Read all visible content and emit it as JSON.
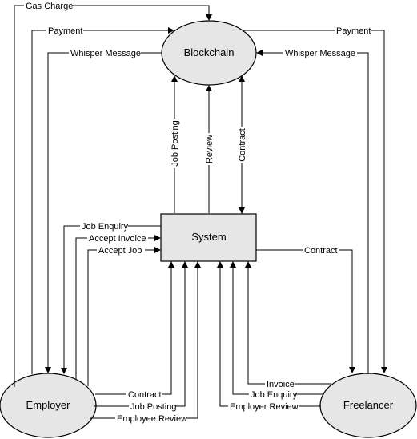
{
  "nodes": {
    "blockchain": "Blockchain",
    "system": "System",
    "employer": "Employer",
    "freelancer": "Freelancer"
  },
  "edges": {
    "gas_charge": "Gas Charge",
    "payment_employer": "Payment",
    "whisper_employer": "Whisper Message",
    "payment_freelancer": "Payment",
    "whisper_freelancer": "Whisper Message",
    "job_posting_up": "Job Posting",
    "review_up": "Review",
    "contract_bc": "Contract",
    "job_enquiry_emp": "Job Enquiry",
    "accept_invoice": "Accept Invoice",
    "accept_job": "Accept Job",
    "contract_fl": "Contract",
    "contract_emp": "Contract",
    "job_posting_emp": "Job Posting",
    "employee_review": "Employee Review",
    "invoice_fl": "Invoice",
    "job_enquiry_fl": "Job Enquiry",
    "employer_review": "Employer Review"
  },
  "colors": {
    "node_fill": "#e6e6e6",
    "stroke": "#000000"
  }
}
